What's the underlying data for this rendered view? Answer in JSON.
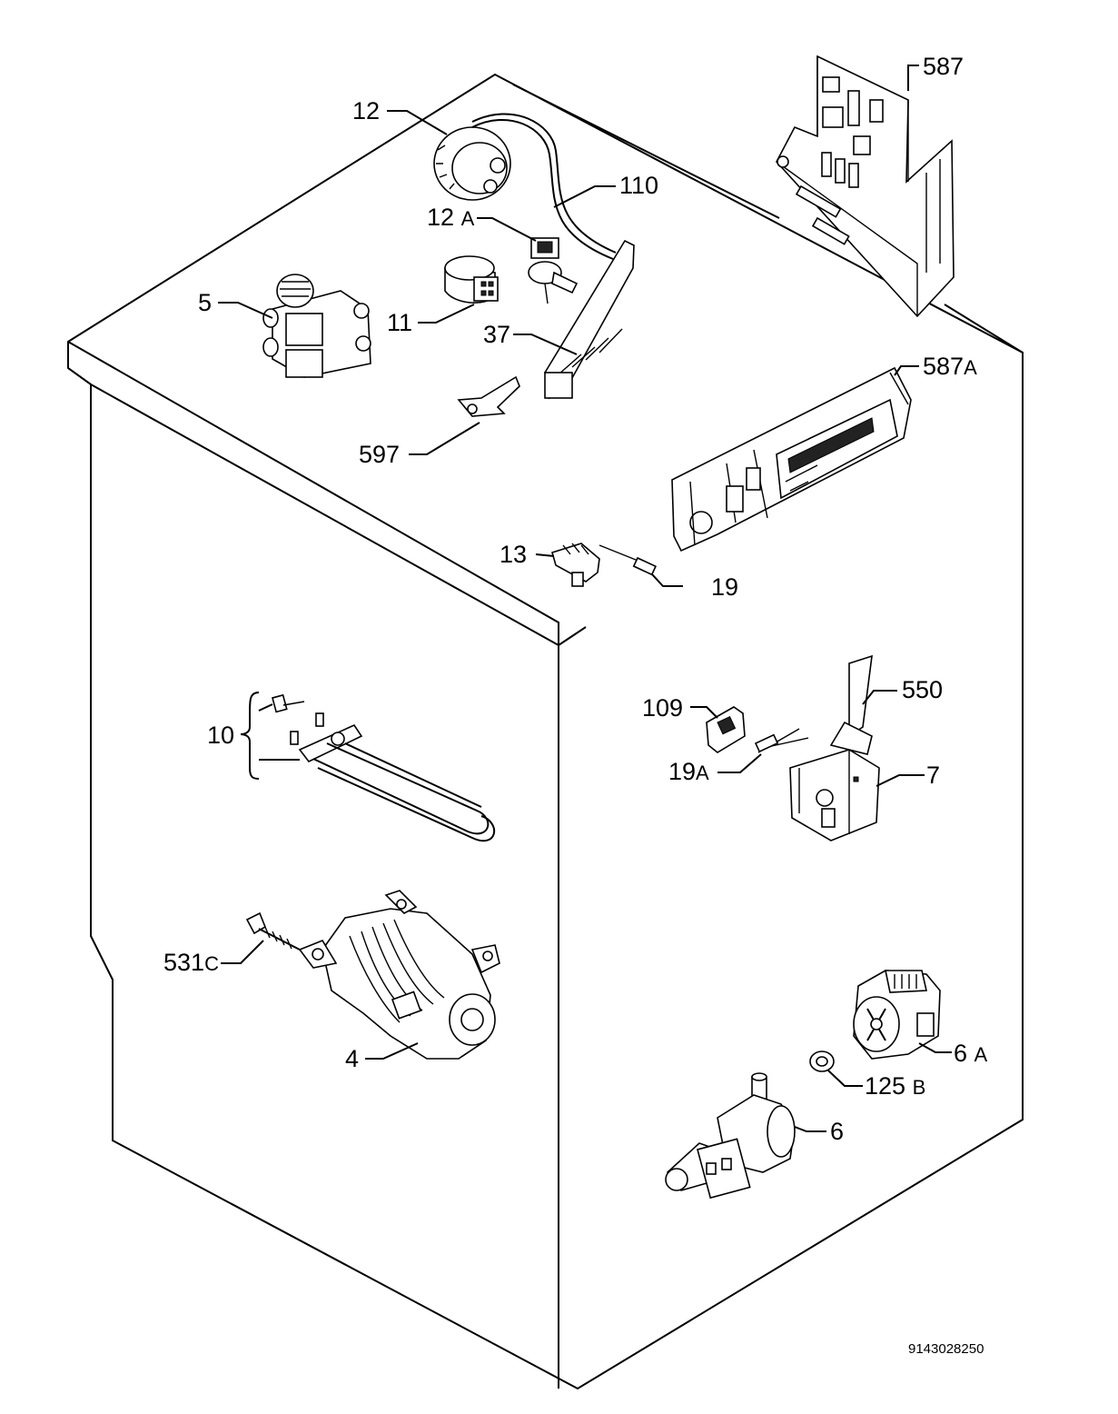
{
  "diagram_code": "9143028250",
  "callouts": [
    {
      "id": "587",
      "num": "587",
      "suffix": ""
    },
    {
      "id": "12",
      "num": "12",
      "suffix": ""
    },
    {
      "id": "110",
      "num": "110",
      "suffix": ""
    },
    {
      "id": "12a",
      "num": "12",
      "suffix": "A"
    },
    {
      "id": "5",
      "num": "5",
      "suffix": ""
    },
    {
      "id": "11",
      "num": "11",
      "suffix": ""
    },
    {
      "id": "37",
      "num": "37",
      "suffix": ""
    },
    {
      "id": "587a",
      "num": "587",
      "suffix": "A"
    },
    {
      "id": "597",
      "num": "597",
      "suffix": ""
    },
    {
      "id": "13",
      "num": "13",
      "suffix": ""
    },
    {
      "id": "19",
      "num": "19",
      "suffix": ""
    },
    {
      "id": "109",
      "num": "109",
      "suffix": ""
    },
    {
      "id": "550",
      "num": "550",
      "suffix": ""
    },
    {
      "id": "10",
      "num": "10",
      "suffix": ""
    },
    {
      "id": "19a",
      "num": "19",
      "suffix": "A"
    },
    {
      "id": "7",
      "num": "7",
      "suffix": ""
    },
    {
      "id": "531c",
      "num": "531",
      "suffix": "C"
    },
    {
      "id": "4",
      "num": "4",
      "suffix": ""
    },
    {
      "id": "6a",
      "num": "6",
      "suffix": "A"
    },
    {
      "id": "125b",
      "num": "125",
      "suffix": "B"
    },
    {
      "id": "6",
      "num": "6",
      "suffix": ""
    }
  ]
}
